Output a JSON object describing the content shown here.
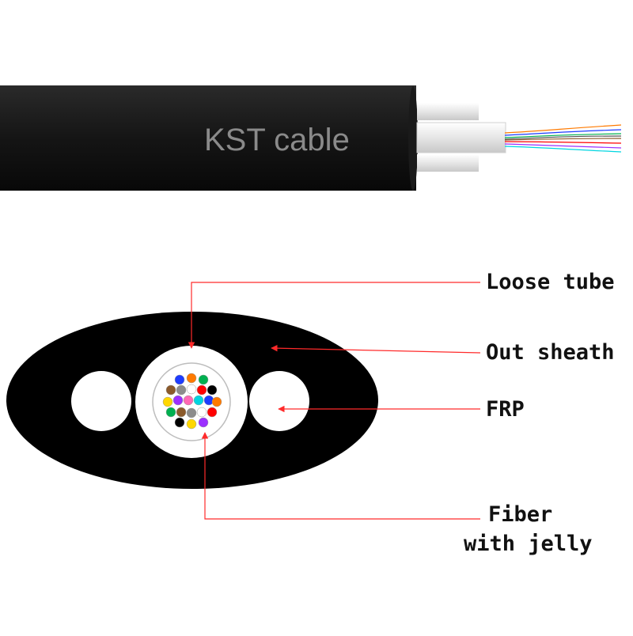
{
  "cable": {
    "printed_text": "KST cable",
    "sheath_color": "#151515",
    "strength_member_color": "#f2f2f2"
  },
  "labels": {
    "loose_tube": "Loose tube",
    "out_sheath": "Out sheath",
    "frp": "FRP",
    "fiber_line1": "Fiber",
    "fiber_line2": "with jelly"
  },
  "colors": {
    "leader_line": "#ff2a2a",
    "sheath": "#000000",
    "fiber_colors": [
      "#1e3cff",
      "#ff7a00",
      "#00b050",
      "#8b5a2b",
      "#8c8c8c",
      "#ffffff",
      "#ff0000",
      "#000000",
      "#ffd700",
      "#9b30ff",
      "#ff69b4",
      "#00d5e0"
    ]
  }
}
